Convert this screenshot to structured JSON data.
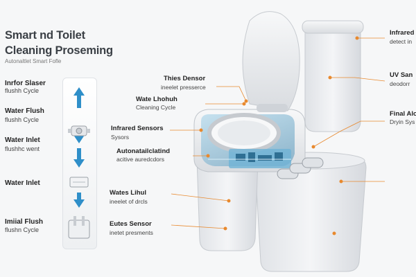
{
  "title": {
    "line1": "Smart nd Toilet",
    "line2": "Cleaning Proseming"
  },
  "subtitle": "Autonaltlet Smart Fofle",
  "steps": [
    {
      "title": "Inrfor Slaser",
      "subtitle": "flushh Cycle"
    },
    {
      "title": "Water Flush",
      "subtitle": "flushh Cycle"
    },
    {
      "title": "Water Inlet",
      "subtitle": "flushhc went"
    },
    {
      "title": "Water Inlet",
      "subtitle": ""
    },
    {
      "title": "Imiial Flush",
      "subtitle": "flushn Cycle"
    }
  ],
  "left_callouts": [
    {
      "title": "Thies Densor",
      "subtitle": "ineelet presserce"
    },
    {
      "title": "Wate Lhohuh",
      "subtitle": "Cleaning Cycle"
    },
    {
      "title": "Infrared Sensors",
      "subtitle": "Sysors"
    },
    {
      "title": "Autonatailclatind",
      "subtitle": "acitive auredcdors"
    },
    {
      "title": "Wates Lihul",
      "subtitle": "ineelet of drcls"
    },
    {
      "title": "Eutes Sensor",
      "subtitle": "inetet presments"
    }
  ],
  "right_callouts": [
    {
      "title": "Infrared",
      "subtitle": "detect in"
    },
    {
      "title": "UV San",
      "subtitle": "deodorr"
    },
    {
      "title": "Final Alo",
      "subtitle": "Dryin Sys"
    }
  ],
  "colors": {
    "accent": "#e8892e",
    "flow_arrow": "#2f8fc9",
    "body": "#e9ebee",
    "tech": "#5aa7cf"
  }
}
